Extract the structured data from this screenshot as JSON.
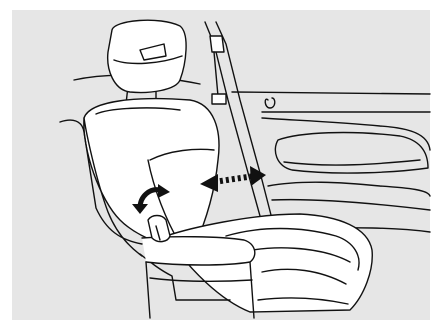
{
  "figure": {
    "subject": "car-seat-adjustment-illustration",
    "background_color": "#e6e6e6",
    "frame_color": "#ffffff",
    "line_color": "#111111",
    "seat_fill": "#ffffff",
    "arrows": [
      {
        "id": "lumbar-support-arrow",
        "style": "dashed-double-headed"
      },
      {
        "id": "seatback-recline-arrow",
        "style": "curved-double-headed"
      }
    ]
  }
}
